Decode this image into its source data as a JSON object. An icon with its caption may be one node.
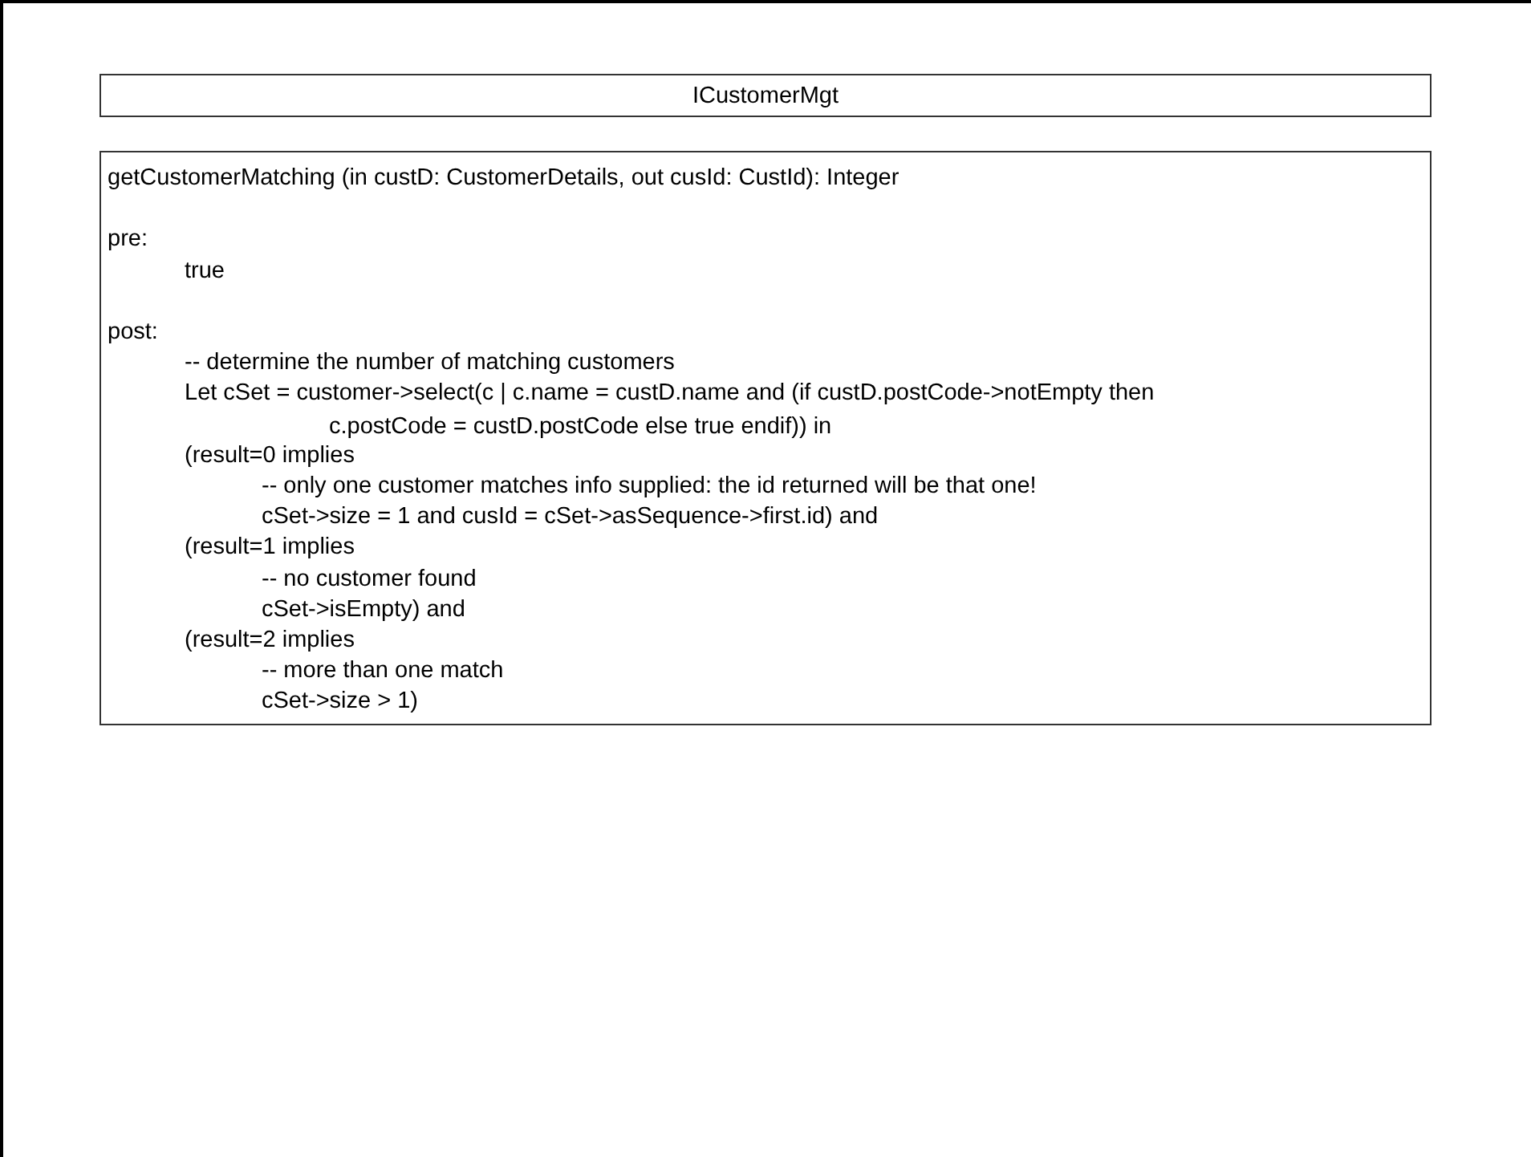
{
  "diagram": {
    "nodes": [
      {
        "text": [
          "ICustomerMgt"
        ]
      },
      {
        "text": [
          "getCustomerMatching (in custD: CustomerDetails, out cusId: CustId): Integer",
          "pre:",
          "true",
          "post:",
          "-- determine the number of matching customers",
          "Let cSet = customer->select(c | c.name = custD.name and (if custD.postCode->notEmpty then c.postCode = custD.postCode else true endif)) in",
          "(result=0 implies",
          "-- only one customer matches info supplied: the id returned will be that one!",
          "cSet->size = 1 and cusId = cSet->asSequence->first.id) and",
          "(result=1 implies",
          "-- no customer found",
          "cSet->isEmpty) and",
          "(result=2 implies",
          "-- more than one match",
          "cSet->size > 1)"
        ]
      }
    ]
  }
}
